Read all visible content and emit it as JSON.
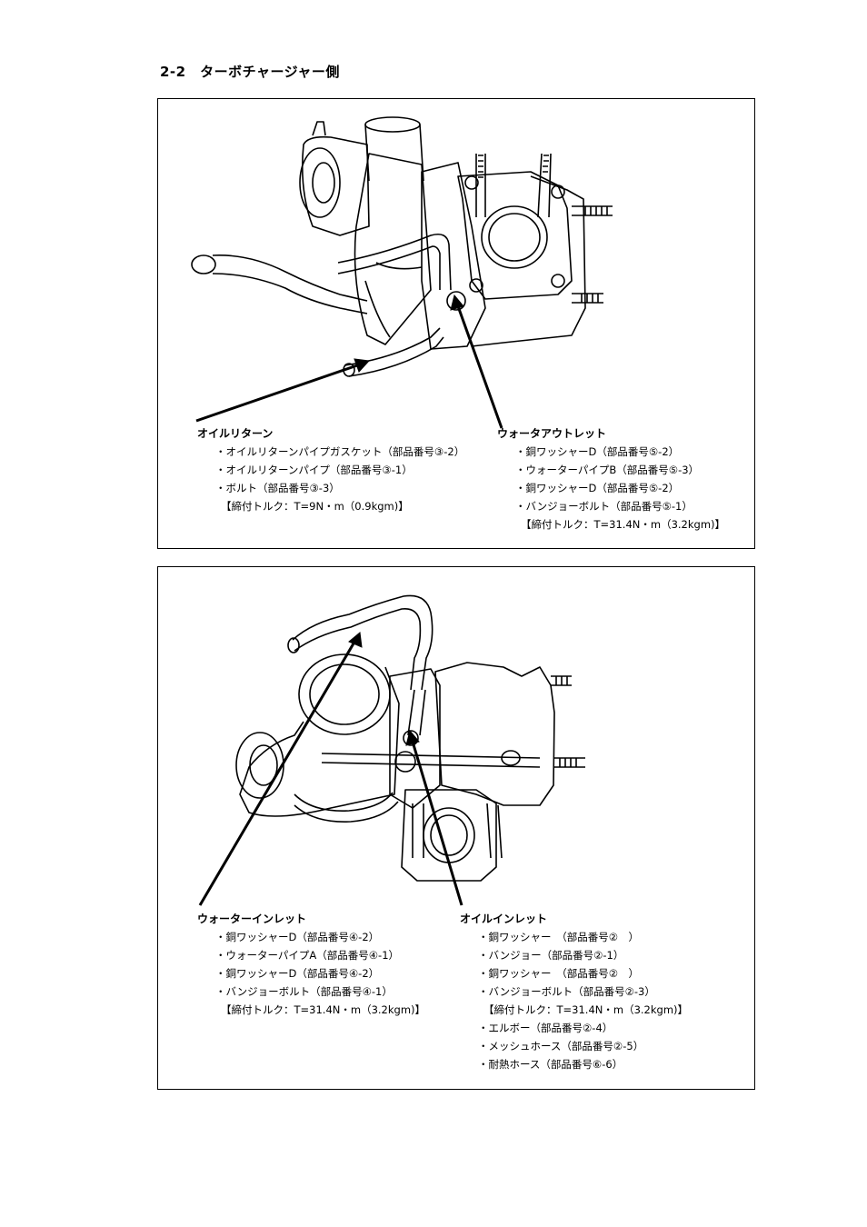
{
  "heading": "2-2　ターボチャージャー側",
  "panel1": {
    "left_block": {
      "title": "オイルリターン",
      "items": [
        "・オイルリターンパイプガスケット（部品番号③-2）",
        "・オイルリターンパイプ（部品番号③-1）",
        "・ボルト（部品番号③-3）"
      ],
      "torque": "【締付トルク：T=9N・m（0.9kgm)】"
    },
    "right_block": {
      "title": "ウォータアウトレット",
      "items": [
        "・銅ワッシャーD（部品番号⑤-2）",
        "・ウォーターパイプB（部品番号⑤-3）",
        "・銅ワッシャーD（部品番号⑤-2）",
        "・バンジョーボルト（部品番号⑤-1）"
      ],
      "torque": "【締付トルク：T=31.4N・m（3.2kgm)】"
    }
  },
  "panel2": {
    "left_block": {
      "title": "ウォーターインレット",
      "items": [
        "・銅ワッシャーD（部品番号④-2）",
        "・ウォーターパイプA（部品番号④-1）",
        "・銅ワッシャーD（部品番号④-2）",
        "・バンジョーボルト（部品番号④-1）"
      ],
      "torque": "【締付トルク：T=31.4N・m（3.2kgm)】"
    },
    "right_block": {
      "title": "オイルインレット",
      "items": [
        "・銅ワッシャー　（部品番号②　）",
        "・バンジョー（部品番号②-1）",
        "・銅ワッシャー　（部品番号②　）",
        "・バンジョーボルト（部品番号②-3）"
      ],
      "torque": "【締付トルク：T=31.4N・m（3.2kgm)】",
      "extra_items": [
        "・エルボー（部品番号②-4）",
        "・メッシュホース（部品番号②-5）",
        "・耐熱ホース（部品番号⑥-6）"
      ]
    }
  }
}
